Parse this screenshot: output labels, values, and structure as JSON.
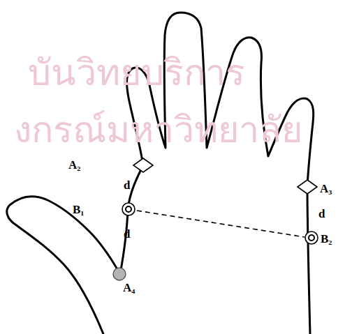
{
  "diagram": {
    "labels": [
      "บันวิทยบริการ",
      "งกรณ์มหาวิทยาลัย",
      "A₂",
      "d",
      "B₁",
      "d",
      "A₄",
      "A₃",
      "d",
      "B₂"
    ]
  }
}
